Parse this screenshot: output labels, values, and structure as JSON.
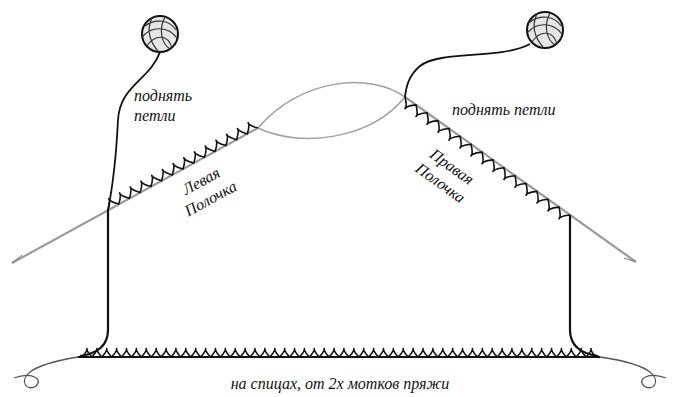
{
  "diagram": {
    "labels": [
      "поднять петли",
      "Левая Полочка",
      "поднять петли",
      "Правая Полочка",
      "на спицах, от 2х мотков пряжи"
    ]
  }
}
